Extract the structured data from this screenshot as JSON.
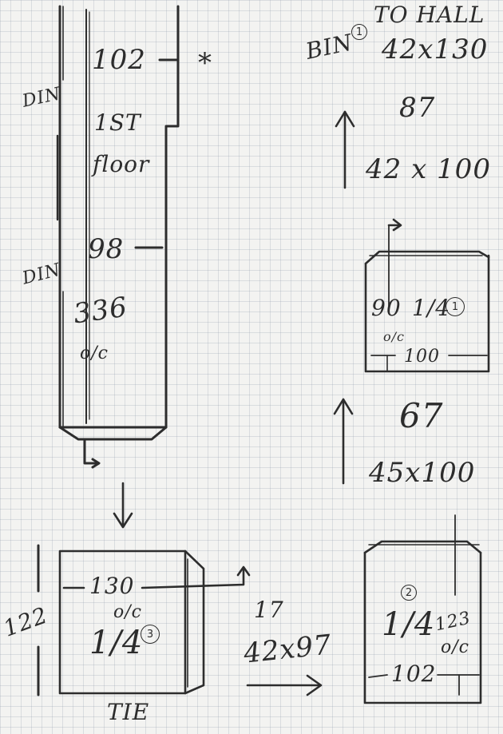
{
  "plan_left": {
    "label_102": "102",
    "star": "*",
    "din_top": "DIN",
    "label_1st": "1ST",
    "label_floor": "floor",
    "din_bottom": "DIN",
    "label_98": "98",
    "label_336": "336",
    "label_oc": "o/c"
  },
  "hall": {
    "bin_label": "BIN",
    "marker": "1",
    "to_hall": "TO HALL",
    "size": "42x130",
    "rise": "87",
    "stair_size": "42 x 100"
  },
  "quarter_1": {
    "label_90": "90",
    "label_quarter": "1/4",
    "marker": "1",
    "label_oc": "o/c",
    "label_100": "100"
  },
  "rise_67": "67",
  "stair_45": "45x100",
  "tie_box": {
    "label_130": "130",
    "label_oc": "o/c",
    "label_quarter": "1/4",
    "marker": "3",
    "label_122": "122",
    "label_tie": "TIE",
    "label_17": "17",
    "stair_size": "42x97"
  },
  "quarter_2": {
    "marker": "2",
    "label_quarter": "1/4",
    "label_123": "123",
    "label_oc": "o/c",
    "label_102": "102"
  }
}
